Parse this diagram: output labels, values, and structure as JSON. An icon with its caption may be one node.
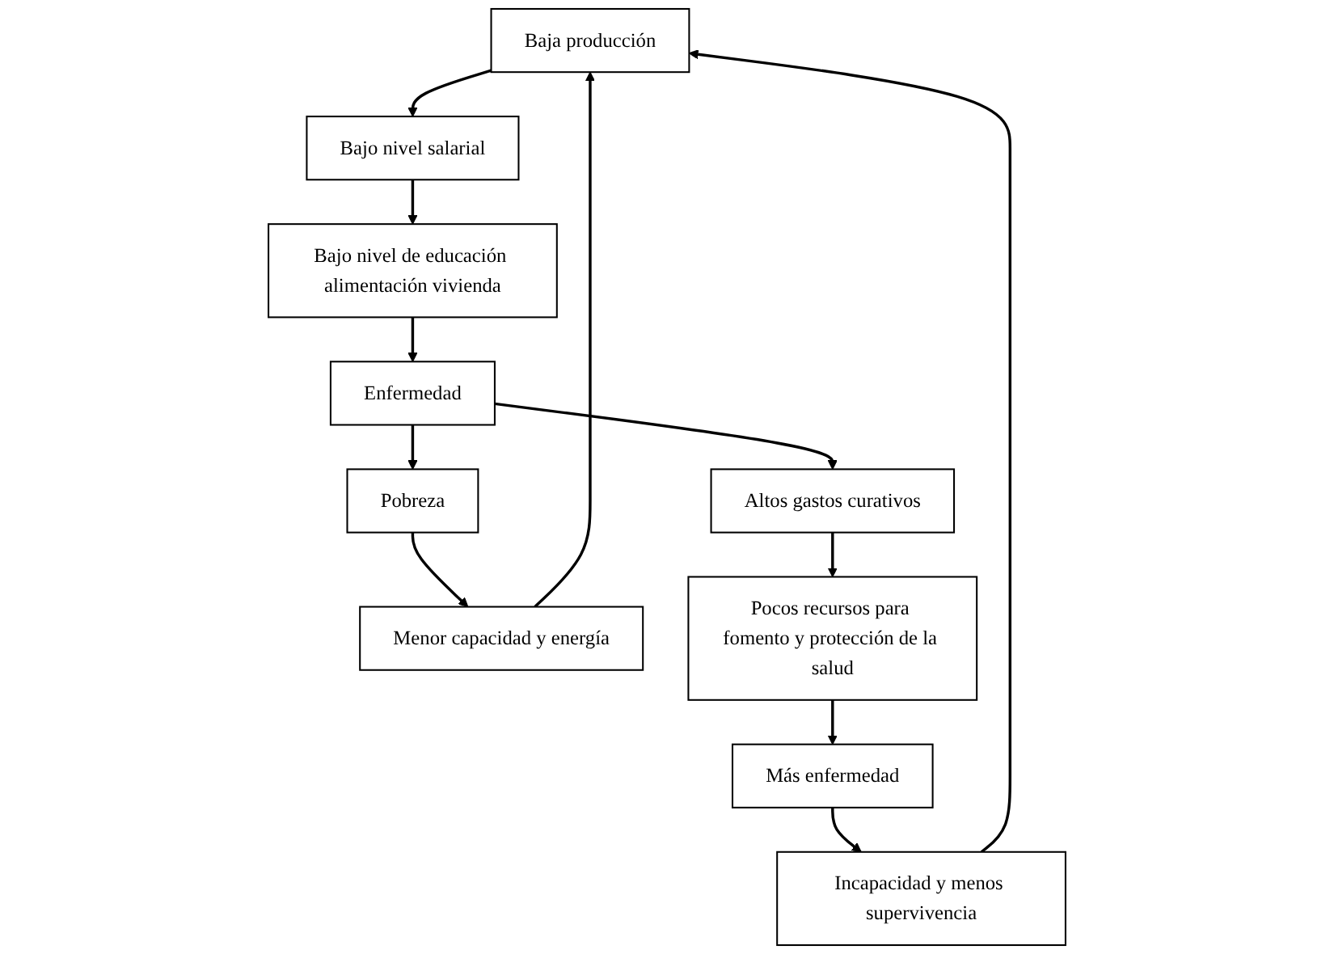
{
  "diagram": {
    "nodes": [
      {
        "text": [
          "Baja producción"
        ]
      },
      {
        "text": [
          "Bajo nivel salarial"
        ]
      },
      {
        "text": [
          "Bajo nivel de educación alimentación vivienda"
        ]
      },
      {
        "text": [
          "Enfermedad"
        ]
      },
      {
        "text": [
          "Pobreza"
        ]
      },
      {
        "text": [
          "Menor capacidad y energía"
        ]
      },
      {
        "text": [
          "Incapacidad y menos supervivencia"
        ]
      },
      {
        "text": [
          "Más enfermedad"
        ]
      },
      {
        "text": [
          "Pocos recursos para fomento y protección de la salud"
        ]
      },
      {
        "text": [
          "Altos gastos curativos"
        ]
      }
    ],
    "edges": [
      {
        "from": 0,
        "to": 1,
        "arrow": "to"
      },
      {
        "from": 1,
        "to": 2,
        "arrow": "to"
      },
      {
        "from": 2,
        "to": 3,
        "arrow": "to"
      },
      {
        "from": 3,
        "to": 4,
        "arrow": "to"
      },
      {
        "from": 4,
        "to": 5,
        "arrow": "to"
      },
      {
        "from": 5,
        "to": 0,
        "arrow": "to"
      },
      {
        "from": 3,
        "to": 9,
        "arrow": "to"
      },
      {
        "from": 9,
        "to": 8,
        "arrow": "to"
      },
      {
        "from": 8,
        "to": 7,
        "arrow": "to"
      },
      {
        "from": 7,
        "to": 6,
        "arrow": "to"
      },
      {
        "from": 6,
        "to": 0,
        "arrow": "to"
      }
    ]
  }
}
